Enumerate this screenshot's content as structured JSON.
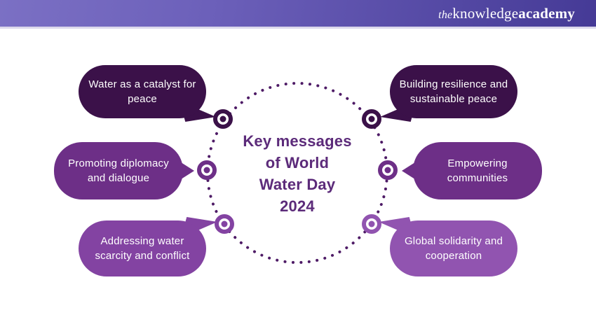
{
  "header": {
    "logo": {
      "prefix": "the",
      "mid": "knowledge",
      "suffix": "academy"
    },
    "bg_gradient_left": "#7b70c4",
    "bg_gradient_right": "#453a96"
  },
  "center": {
    "title_lines": [
      "Key messages",
      "of World",
      "Water Day",
      "2024"
    ],
    "title_color": "#5c2b7a",
    "dots_color": "#4e1b66"
  },
  "bubbles": [
    {
      "text": "Water as a catalyst for peace",
      "color": "#3b1149",
      "position": "top-left"
    },
    {
      "text": "Promoting diplomacy and dialogue",
      "color": "#6d2f87",
      "position": "mid-left"
    },
    {
      "text": "Addressing water scarcity and conflict",
      "color": "#8343a2",
      "position": "bottom-left"
    },
    {
      "text": "Building resilience and sustainable peace",
      "color": "#3b1149",
      "position": "top-right"
    },
    {
      "text": "Empowering communities",
      "color": "#6d2f87",
      "position": "mid-right"
    },
    {
      "text": "Global solidarity and cooperation",
      "color": "#9154b0",
      "position": "bottom-right"
    }
  ],
  "markers": [
    {
      "color": "#3b1149",
      "position": "top-left"
    },
    {
      "color": "#6d2f87",
      "position": "mid-left"
    },
    {
      "color": "#8343a2",
      "position": "bottom-left"
    },
    {
      "color": "#3b1149",
      "position": "top-right"
    },
    {
      "color": "#6d2f87",
      "position": "mid-right"
    },
    {
      "color": "#9154b0",
      "position": "bottom-right"
    }
  ]
}
